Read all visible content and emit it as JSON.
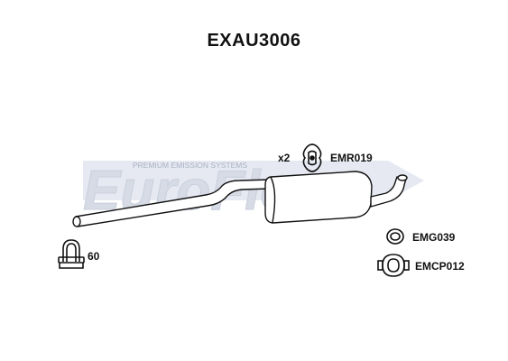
{
  "part_number": "EXAU3006",
  "watermark": {
    "brand": "EuroFlo",
    "tagline": "PREMIUM EMISSION SYSTEMS"
  },
  "parts": {
    "rubber_mount": {
      "quantity": "x2",
      "code": "EMR019"
    },
    "gasket": {
      "code": "EMG039"
    },
    "clamp_pair": {
      "code": "EMCP012"
    },
    "clamp": {
      "size": "60"
    }
  },
  "colors": {
    "watermark": "#dfe3ec",
    "outline": "#111111"
  }
}
